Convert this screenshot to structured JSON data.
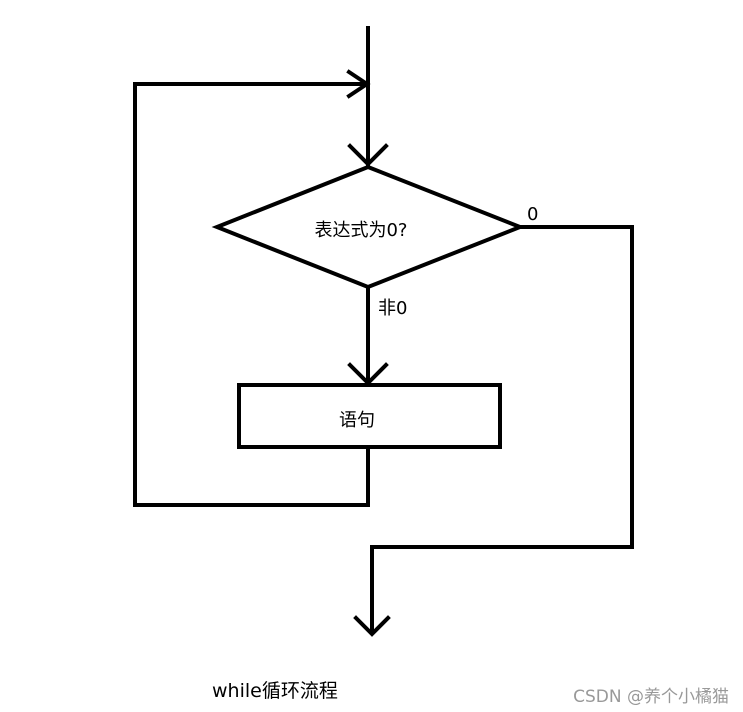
{
  "diagram": {
    "condition_label": "表达式为0?",
    "statement_label": "语句",
    "zero_branch_label": "0",
    "nonzero_branch_label": "非0"
  },
  "caption": "while循环流程",
  "watermark": "CSDN @养个小橘猫",
  "colors": {
    "line": "#000000",
    "background": "#ffffff",
    "watermark": "#999999"
  }
}
